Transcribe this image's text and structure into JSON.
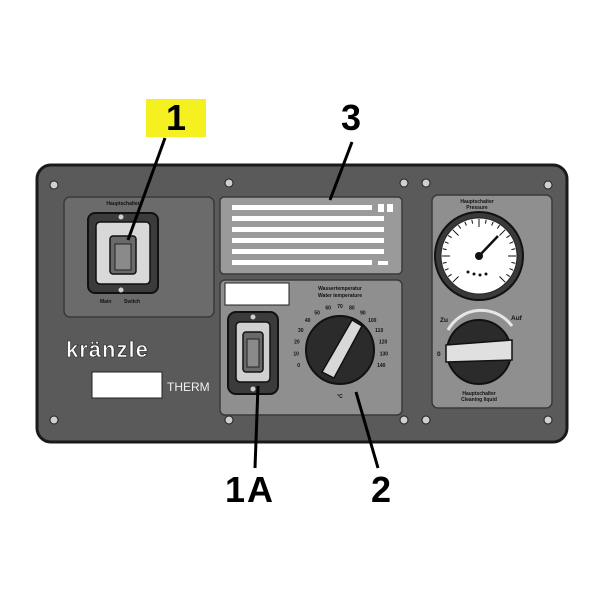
{
  "callouts": {
    "main_switch": "1",
    "label_plate": "3",
    "burner_switch": "1A",
    "temperature_knob": "2"
  },
  "panel": {
    "brand": "kränzle",
    "therm_label": "THERM",
    "main_switch_label_top": "Hauptschalter",
    "main_switch_label_bottom_left": "Main",
    "main_switch_label_bottom_right": "Switch",
    "thermostat_label_top": "Wassertemperatur",
    "thermostat_label_sub": "Water temperature",
    "thermostat_unit": "°C",
    "thermostat_scale": [
      "0",
      "10",
      "20",
      "30",
      "40",
      "50",
      "60",
      "70",
      "80",
      "90",
      "100",
      "110",
      "120",
      "130",
      "140"
    ],
    "pressure_label_top": "Hauptschalter",
    "pressure_label_sub": "Pressure",
    "selector_left": "Zu",
    "selector_right": "Auf",
    "selector_zero": "0",
    "selector_label_top": "Hauptschalter",
    "selector_label_sub": "Cleaning liquid"
  },
  "colors": {
    "panel": "#5a5a5a",
    "panel_border": "#1a1a1a",
    "inset": "#9a9a9a",
    "highlight": "#f5f020"
  }
}
